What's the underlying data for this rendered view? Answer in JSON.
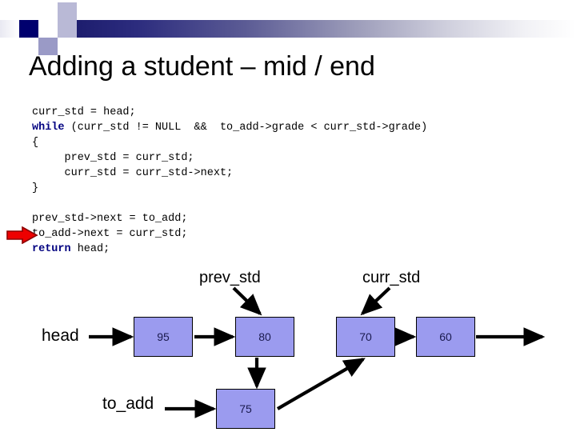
{
  "slide": {
    "title": "Adding a student – mid / end",
    "accent_dark": "#00006e",
    "accent_band": "#2c2c7e",
    "keyword_color": "#000080",
    "node_fill": "#9b9bef",
    "pointer_color": "#e00000"
  },
  "code": {
    "keyword_while": "while",
    "keyword_return": "return",
    "lines": [
      "curr_std = head;",
      "while (curr_std != NULL  &&  to_add->grade < curr_std->grade)",
      "{",
      "     prev_std = curr_std;",
      "     curr_std = curr_std->next;",
      "}",
      "",
      "prev_std->next = to_add;",
      "to_add->next = curr_std;",
      "return head;"
    ],
    "line1": "curr_std = head;",
    "line2_rest": " (curr_std != NULL  &&  to_add->grade < curr_std->grade)",
    "line3": "{",
    "line4": "     prev_std = curr_std;",
    "line5": "     curr_std = curr_std->next;",
    "line6": "}",
    "line8": "prev_std->next = to_add;",
    "line9": "to_add->next = curr_std;",
    "line10_rest": " head;",
    "pointer_target_line": "to_add->next = curr_std;"
  },
  "diagram": {
    "labels": {
      "prev_std": "prev_std",
      "curr_std": "curr_std",
      "head": "head",
      "to_add": "to_add"
    },
    "nodes": [
      {
        "id": "n95",
        "value": "95"
      },
      {
        "id": "n80",
        "value": "80"
      },
      {
        "id": "n70",
        "value": "70"
      },
      {
        "id": "n60",
        "value": "60"
      },
      {
        "id": "n75",
        "value": "75"
      }
    ],
    "node_values": {
      "n95": "95",
      "n80": "80",
      "n70": "70",
      "n60": "60",
      "n75": "75"
    }
  }
}
